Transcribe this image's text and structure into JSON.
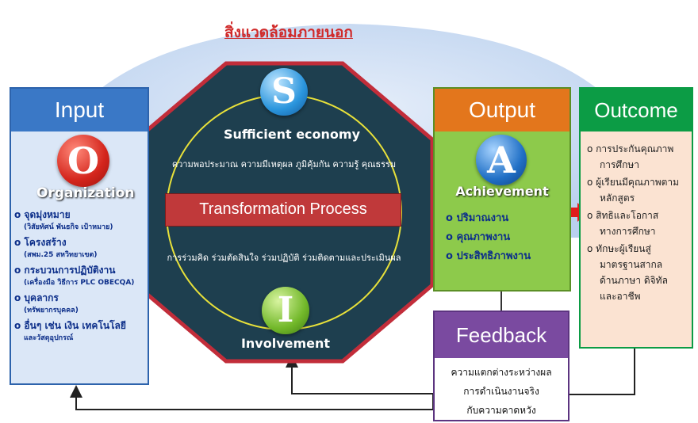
{
  "environment_label": "สิ่งแวดล้อมภายนอก",
  "input": {
    "header": "Input",
    "letter": "O",
    "caption": "Organization",
    "items": [
      {
        "title": "o จุดมุ่งหมาย",
        "sub": "(วิสัยทัศน์ พันธกิจ เป้าหมาย)"
      },
      {
        "title": "o โครงสร้าง",
        "sub": "(สพม.25 สหวิทยาเขต)"
      },
      {
        "title": "o กระบวนการปฏิบัติงาน",
        "sub": "(เครื่องมือ วิธีการ PLC OBECQA)"
      },
      {
        "title": "o บุคลากร",
        "sub": "(ทรัพยากรบุคคล)"
      },
      {
        "title": "o อื่นๆ เช่น เงิน เทคโนโลยี",
        "sub": "และวัสดุอุปกรณ์"
      }
    ]
  },
  "process": {
    "top_letter": "S",
    "top_caption": "Sufficient economy",
    "top_desc": "ความพอประมาณ ความมีเหตุผล ภูมิคุ้มกัน ความรู้ คุณธรรม",
    "center": "Transformation Process",
    "bottom_desc": "การร่วมคิด ร่วมตัดสินใจ ร่วมปฏิบัติ ร่วมติดตามและประเมินผล",
    "bottom_letter": "I",
    "bottom_caption": "Involvement"
  },
  "output": {
    "header": "Output",
    "letter": "A",
    "caption": "Achievement",
    "items": [
      "o ปริมาณงาน",
      "o คุณภาพงาน",
      "o ประสิทธิภาพงาน"
    ]
  },
  "outcome": {
    "header": "Outcome",
    "items": [
      [
        "o การประกันคุณภาพ",
        "การศึกษา"
      ],
      [
        "o ผู้เรียนมีคุณภาพตาม",
        "หลักสูตร"
      ],
      [
        "o สิทธิและโอกาส",
        "ทางการศึกษา"
      ],
      [
        "o ทักษะผู้เรียนสู่",
        "มาตรฐานสากล",
        "ด้านภาษา ดิจิทัล",
        "และอาชีพ"
      ]
    ]
  },
  "feedback": {
    "header": "Feedback",
    "lines": [
      "ความแตกต่างระหว่างผล",
      "การดำเนินงานจริง",
      "กับความคาดหวัง"
    ]
  },
  "colors": {
    "input_blue": "#3a78c6",
    "process_dark": "#1e3f4f",
    "process_border": "#c22d3a",
    "center_red": "#c0393a",
    "output_orange": "#e3761c",
    "output_green": "#8dca4b",
    "outcome_green": "#0c9c45",
    "outcome_body": "#fbe3d2",
    "feedback_purple": "#7a4aa0",
    "arrow_red": "#e01c1c",
    "env_dome": "#c9dcf4"
  }
}
